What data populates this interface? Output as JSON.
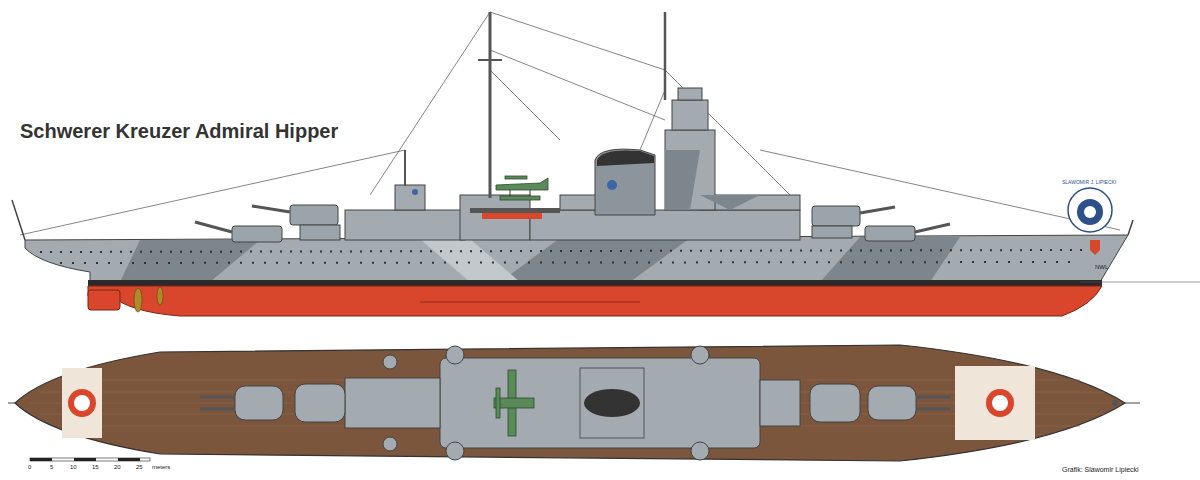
{
  "diagram": {
    "title": "Schwerer Kreuzer Admiral Hipper",
    "labels": [
      "NWL",
      "SLAWOMIR J. LIPIECKI",
      "0",
      "5",
      "10",
      "15",
      "20",
      "25",
      "meters",
      "Grafik: Slawomir Lipiecki"
    ]
  }
}
